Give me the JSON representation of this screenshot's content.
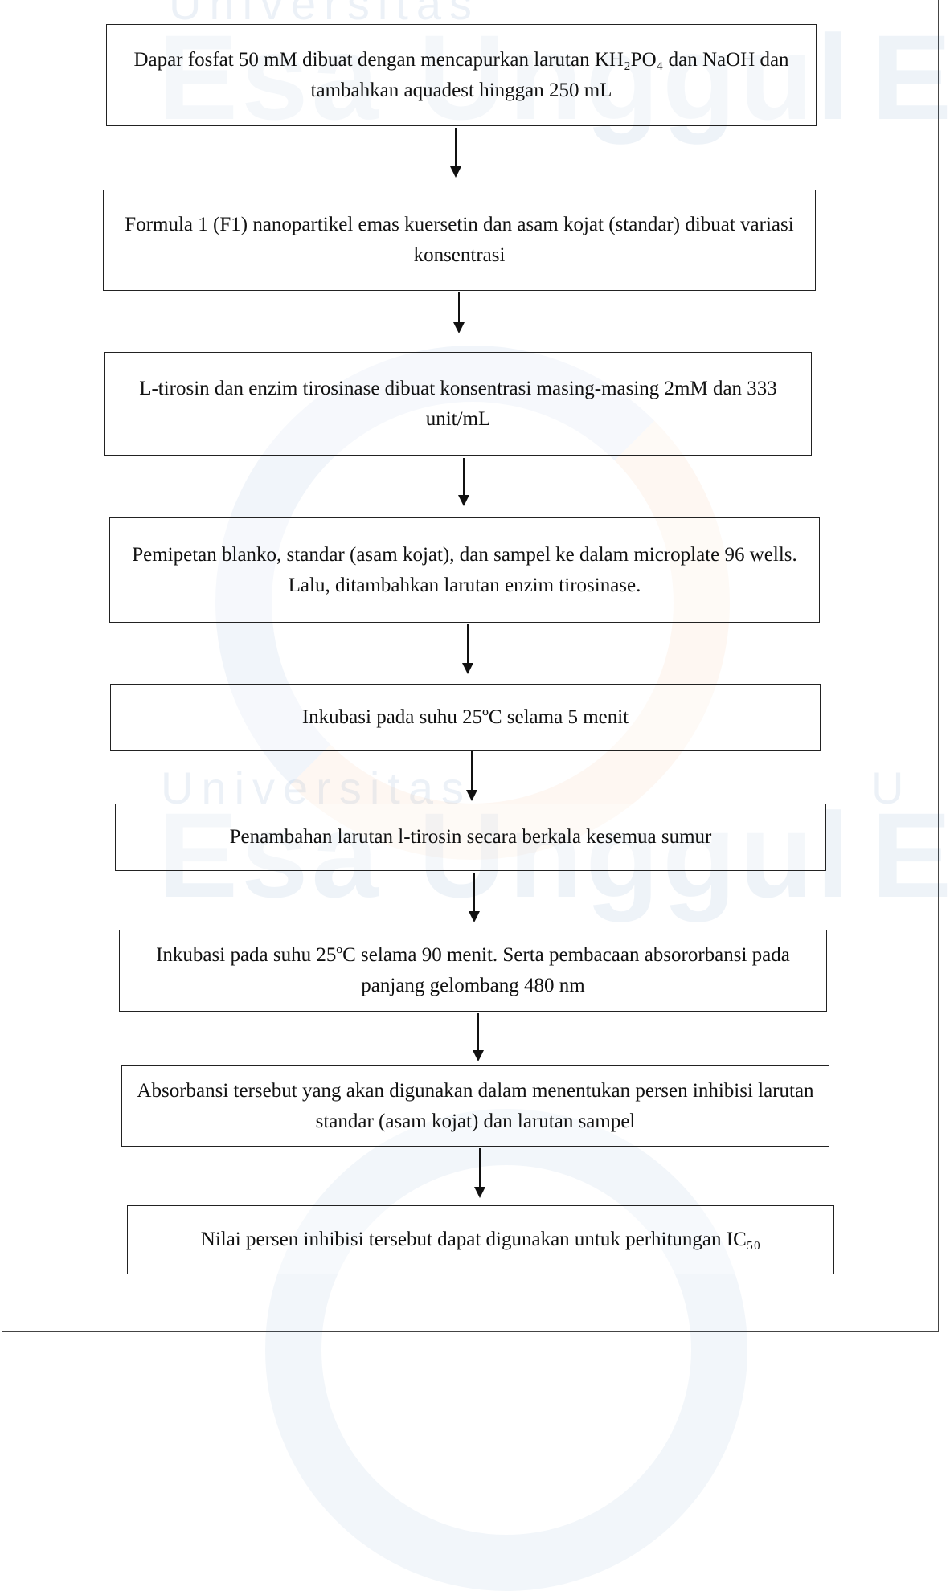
{
  "watermark": {
    "line1": "Universitas",
    "line2": "Esa Unggul"
  },
  "steps": [
    {
      "text": "Dapar fosfat 50 mM dibuat dengan mencapurkan larutan KH₂PO₄ dan NaOH dan tambahkan aquadest hinggan 250 mL"
    },
    {
      "text": "Formula 1 (F1) nanopartikel emas kuersetin dan asam kojat (standar) dibuat variasi konsentrasi"
    },
    {
      "text": "L-tirosin dan enzim tirosinase dibuat konsentrasi masing-masing 2mM dan 333 unit/mL"
    },
    {
      "text": "Pemipetan blanko, standar (asam kojat), dan sampel ke dalam microplate 96 wells. Lalu, ditambahkan larutan enzim tirosinase."
    },
    {
      "text": "Inkubasi pada suhu 25ºC selama 5 menit"
    },
    {
      "text": "Penambahan larutan l-tirosin secara berkala kesemua sumur"
    },
    {
      "text": "Inkubasi pada suhu 25ºC selama 90 menit. Serta pembacaan absororbansi pada panjang gelombang 480 nm"
    },
    {
      "text": "Absorbansi tersebut yang akan digunakan dalam menentukan persen inhibisi larutan standar (asam kojat) dan larutan sampel"
    },
    {
      "text": "Nilai persen inhibisi tersebut dapat digunakan untuk perhitungan IC₅₀"
    }
  ]
}
